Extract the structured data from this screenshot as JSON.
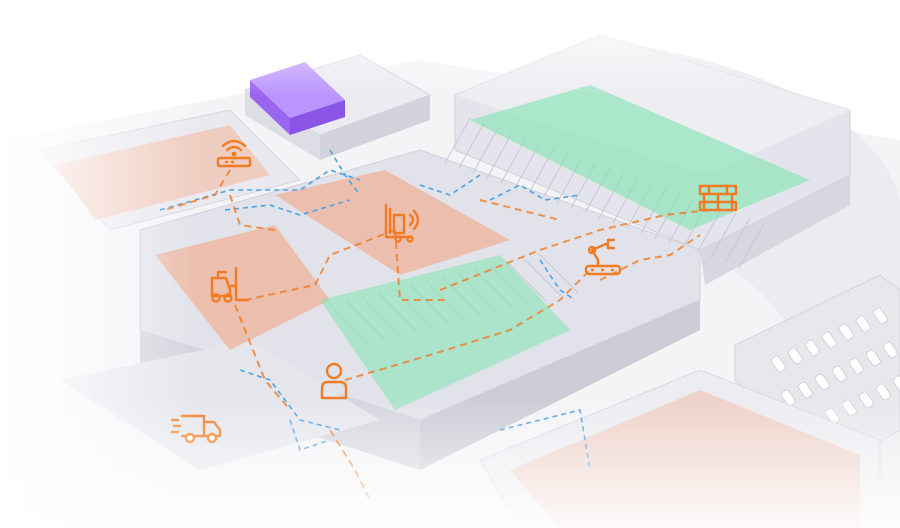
{
  "scene": {
    "zones": [
      {
        "name": "roof-processing-zone",
        "color": "#a06bf2"
      },
      {
        "name": "automated-storage-zone",
        "color": "#7fe3b0"
      },
      {
        "name": "picking-zone",
        "color": "#7fe3b0"
      },
      {
        "name": "warehouse-zone-north",
        "color": "#f3a07c"
      },
      {
        "name": "warehouse-zone-west",
        "color": "#f3a07c"
      },
      {
        "name": "warehouse-zone-office",
        "color": "#f3a07c"
      },
      {
        "name": "outbound-zone-south",
        "color": "#f3a07c"
      }
    ],
    "icons": [
      "wifi-router-icon",
      "reach-truck-icon",
      "forklift-icon",
      "robot-arm-icon",
      "pallet-icon",
      "worker-icon",
      "delivery-truck-icon"
    ],
    "colors": {
      "accent": "#f07b22",
      "network": "#4aa3e6",
      "building": "#dcdde6",
      "ground": "#f3f3f6"
    }
  }
}
